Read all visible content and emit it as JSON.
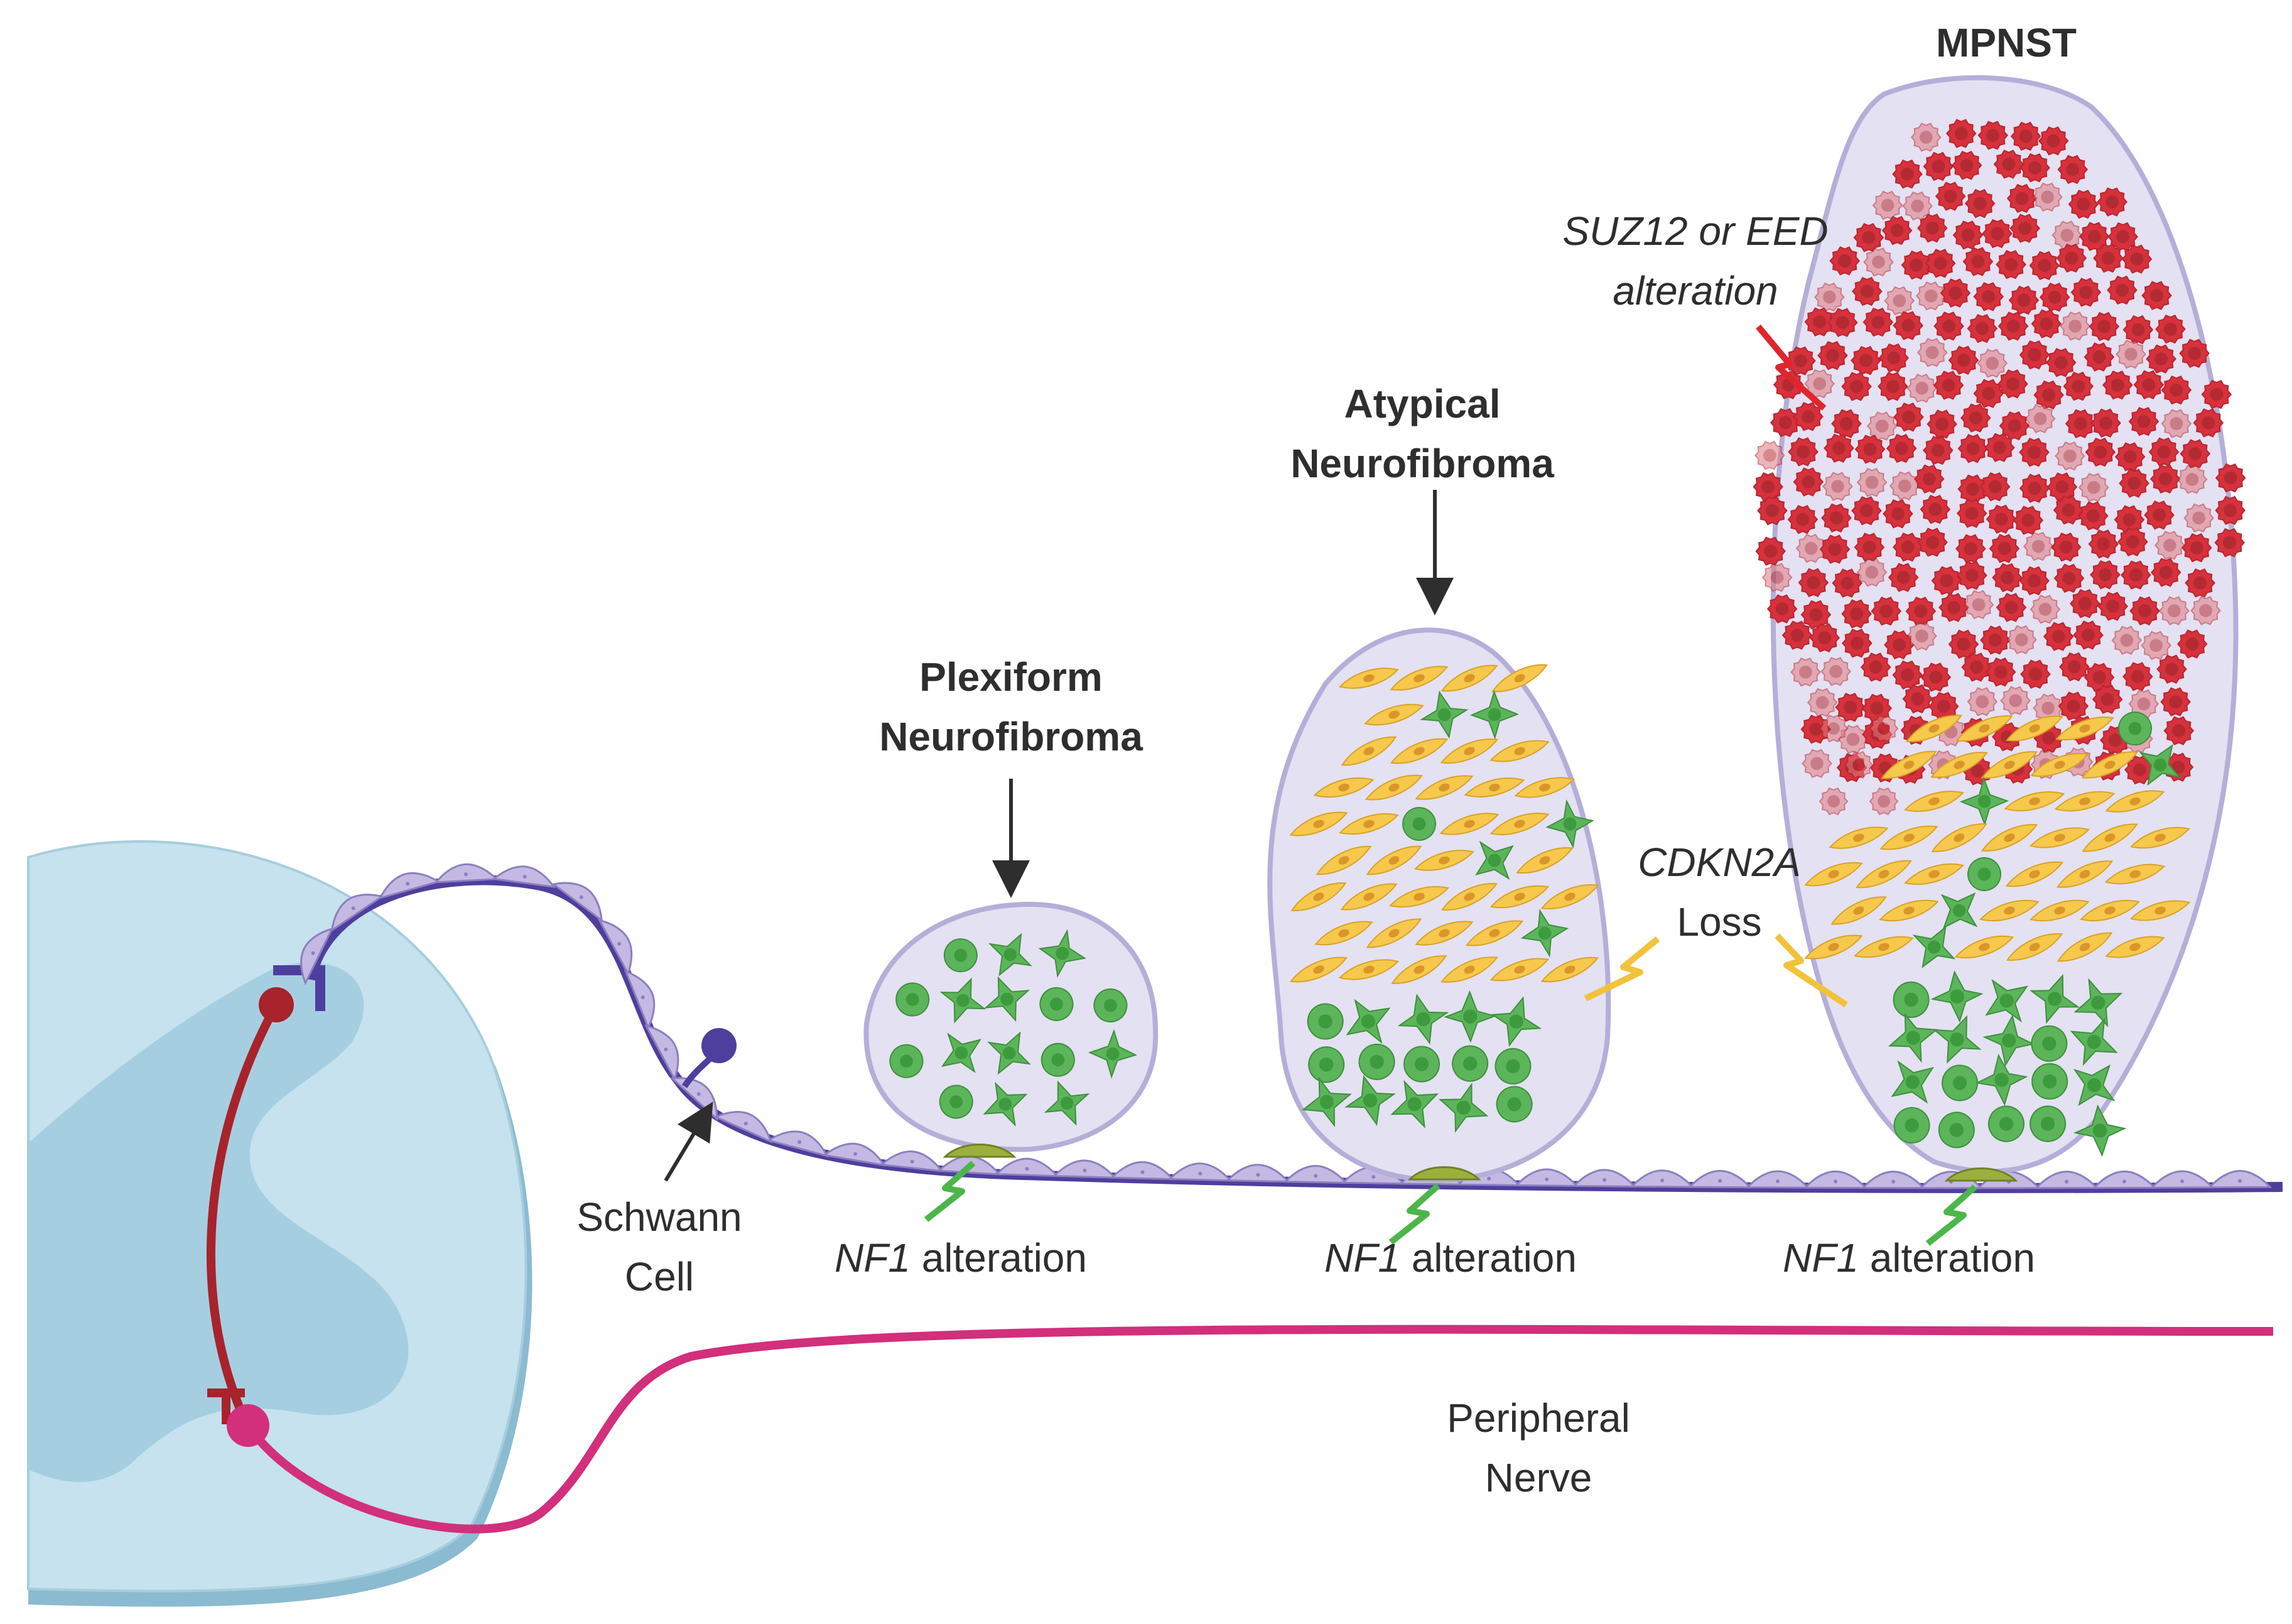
{
  "labels": {
    "mpnst": "MPNST",
    "suz12_line1": "SUZ12 or EED",
    "suz12_line2": "alteration",
    "atypical_line1": "Atypical",
    "atypical_line2": "Neurofibroma",
    "plexiform_line1": "Plexiform",
    "plexiform_line2": "Neurofibroma",
    "cdkn2a_line1": "CDKN2A",
    "cdkn2a_line2": "Loss",
    "schwann_line1": "Schwann",
    "schwann_line2": "Cell",
    "nf1_gene": "NF1",
    "nf1_suffix": " alteration",
    "peripheral_line1": "Peripheral",
    "peripheral_line2": "Nerve"
  },
  "colors": {
    "spinal_outer": "#c5e2ee",
    "spinal_inner": "#a5cfe1",
    "spinal_edge": "#8bbbd0",
    "axon": "#4e3f9e",
    "schwann_sheath": "#c4b9e2",
    "schwann_edge": "#8c7fc0",
    "sensory_neuron": "#a8232b",
    "motor_nerve": "#d22f7c",
    "tumor_bg": "#e4e1f2",
    "tumor_edge": "#b5aed8",
    "green_cell": "#5cb55a",
    "green_nucleus": "#3d9b3e",
    "yellow_cell": "#f6c84c",
    "red_cell": "#d6313c",
    "zap_green": "#4cb64a",
    "zap_yellow": "#f2c23a",
    "zap_red": "#e0262d",
    "nf1_mutant_cell": "#9bb03c"
  },
  "icons": [
    "schwann-cell-icon",
    "neuron-terminal-icon",
    "lightning-bolt-icon",
    "tumor-cell-icon"
  ]
}
